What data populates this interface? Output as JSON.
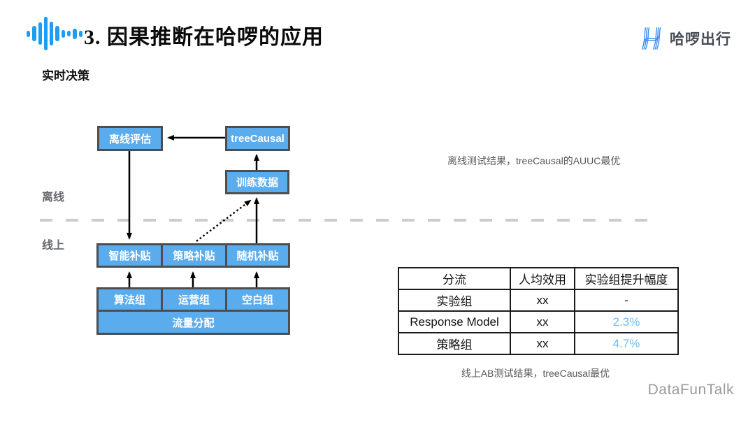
{
  "slide": {
    "title": "3. 因果推断在哈啰的应用",
    "subtitle": "实时决策",
    "brand": "哈啰出行",
    "watermark": "DataFunTalk"
  },
  "diagram": {
    "offline_label": "离线",
    "online_label": "线上",
    "nodes": {
      "offline_eval": "离线评估",
      "tree_causal": "treeCausal",
      "training_data": "训练数据",
      "smart_subsidy": "智能补贴",
      "strategy_subsidy": "策略补贴",
      "random_subsidy": "随机补贴",
      "algo_group": "算法组",
      "ops_group": "运营组",
      "blank_group": "空白组",
      "traffic_split": "流量分配"
    },
    "caption_offline": "离线测试结果，treeCausal的AUUC最优"
  },
  "table": {
    "headers": [
      "分流",
      "人均效用",
      "实验组提升幅度"
    ],
    "rows": [
      {
        "cells": [
          "实验组",
          "xx",
          "-"
        ]
      },
      {
        "cells": [
          "Response Model",
          "xx",
          "2.3%"
        ]
      },
      {
        "cells": [
          "策略组",
          "xx",
          "4.7%"
        ]
      }
    ],
    "caption": "线上AB测试结果，treeCausal最优"
  },
  "colors": {
    "node_fill": "#5aacec",
    "node_border": "#4e4e50",
    "accent_blue": "#70baf5",
    "waveform_blue": "#1b9df3",
    "logo_blue": "#3d8ef7"
  }
}
